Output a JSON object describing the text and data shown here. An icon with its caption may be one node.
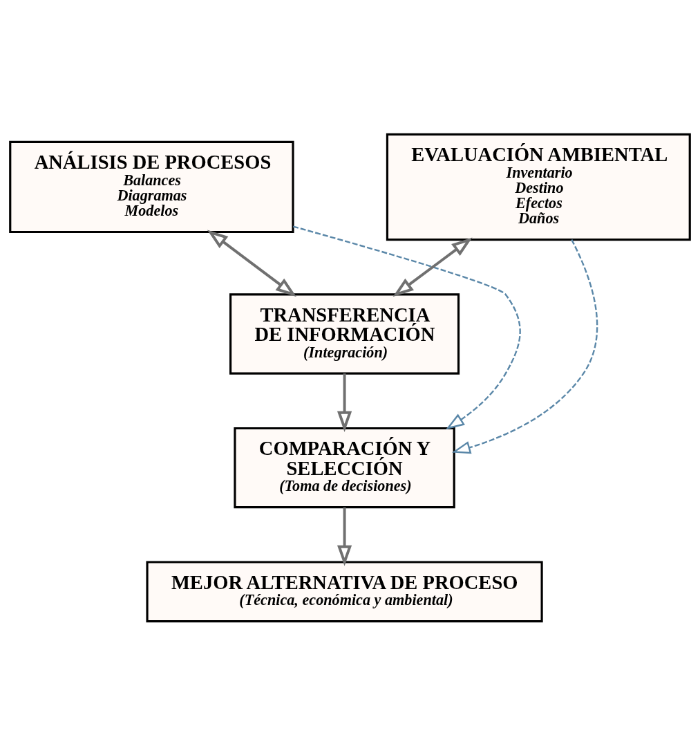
{
  "diagram": {
    "nodes": [
      {
        "text": [
          "ANÁLISIS DE PROCESOS",
          "Balances",
          "Diagramas",
          "Modelos"
        ]
      },
      {
        "text": [
          "EVALUACIÓN AMBIENTAL",
          "Inventario",
          "Destino",
          "Efectos",
          "Daños"
        ]
      },
      {
        "text": [
          "TRANSFERENCIA DE INFORMACIÓN",
          "(Integración)"
        ]
      },
      {
        "text": [
          "COMPARACIÓN Y SELECCIÓN",
          "(Toma de decisiones)"
        ]
      },
      {
        "text": [
          "MEJOR ALTERNATIVA DE PROCESO",
          "(Técnica, económica y ambiental)"
        ]
      }
    ],
    "edges": [
      {
        "from": 0,
        "to": 2,
        "arrow": "both"
      },
      {
        "from": 1,
        "to": 2,
        "arrow": "both"
      },
      {
        "from": 2,
        "to": 3,
        "arrow": "to"
      },
      {
        "from": 3,
        "to": 4,
        "arrow": "to"
      },
      {
        "from": 0,
        "to": 3,
        "arrow": "to",
        "style": "dashed",
        "color": "#5a87a8"
      },
      {
        "from": 1,
        "to": 3,
        "arrow": "to",
        "style": "dashed",
        "color": "#5a87a8"
      }
    ]
  }
}
